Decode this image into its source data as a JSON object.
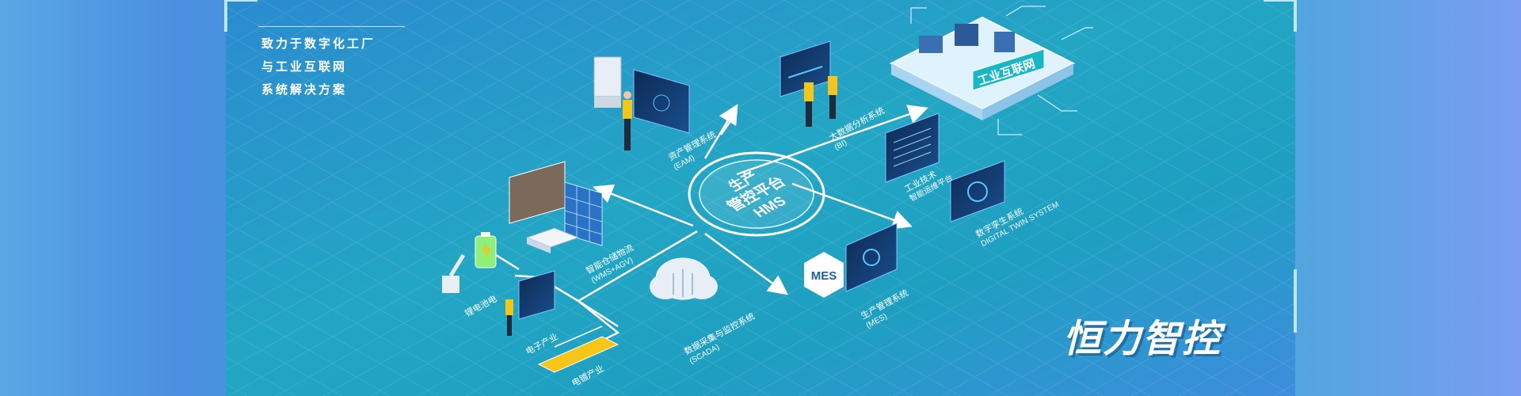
{
  "tagline": [
    "致力于数字化工厂",
    "与工业互联网",
    "系统解决方案"
  ],
  "hub": {
    "line1": "生产",
    "line2": "管控平台",
    "line3": "HMS"
  },
  "brand": "恒力智控",
  "iot_label": "工业互联网",
  "mes_badge": "MES",
  "modules": {
    "eam": {
      "title": "资产管理系统",
      "sub": "(EAM)"
    },
    "bi": {
      "title": "大数据分析系统",
      "sub": "(BI)"
    },
    "ops": {
      "title": "工业技术",
      "sub": "智能运维平台"
    },
    "twin": {
      "title": "数字孪生系统",
      "sub": "DIGITAL TWIN SYSTEM"
    },
    "wms": {
      "title": "智能仓储物流",
      "sub": "(WMS+AGV)"
    },
    "mes": {
      "title": "生产管理系统",
      "sub": "(MES)"
    },
    "scada": {
      "title": "数据采集与监控系统",
      "sub": "(SCADA)"
    },
    "battery": {
      "title": "锂电池电"
    },
    "electronics": {
      "title": "电子产业"
    },
    "plating": {
      "title": "电镀产业"
    }
  },
  "colors": {
    "accent_blue": "#1a5fa8",
    "screen_dark": "#0d2a55",
    "worker_yellow": "#f5c518",
    "grid_line": "#ffffff"
  }
}
